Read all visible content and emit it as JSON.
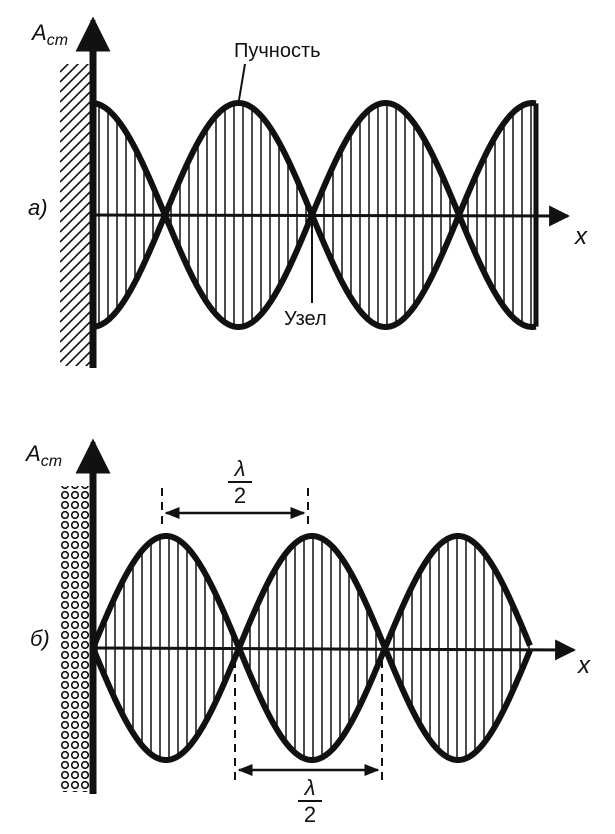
{
  "figure_a": {
    "label": "а)",
    "y_axis_label": "A",
    "y_axis_subscript": "ст",
    "x_axis_label": "x",
    "antinode_label": "Пучность",
    "node_label": "Узел"
  },
  "figure_b": {
    "label": "б)",
    "y_axis_label": "A",
    "y_axis_subscript": "ст",
    "x_axis_label": "x",
    "half_wavelength_top": {
      "numerator": "λ",
      "denominator": "2"
    },
    "half_wavelength_bottom": {
      "numerator": "λ",
      "denominator": "2"
    }
  }
}
